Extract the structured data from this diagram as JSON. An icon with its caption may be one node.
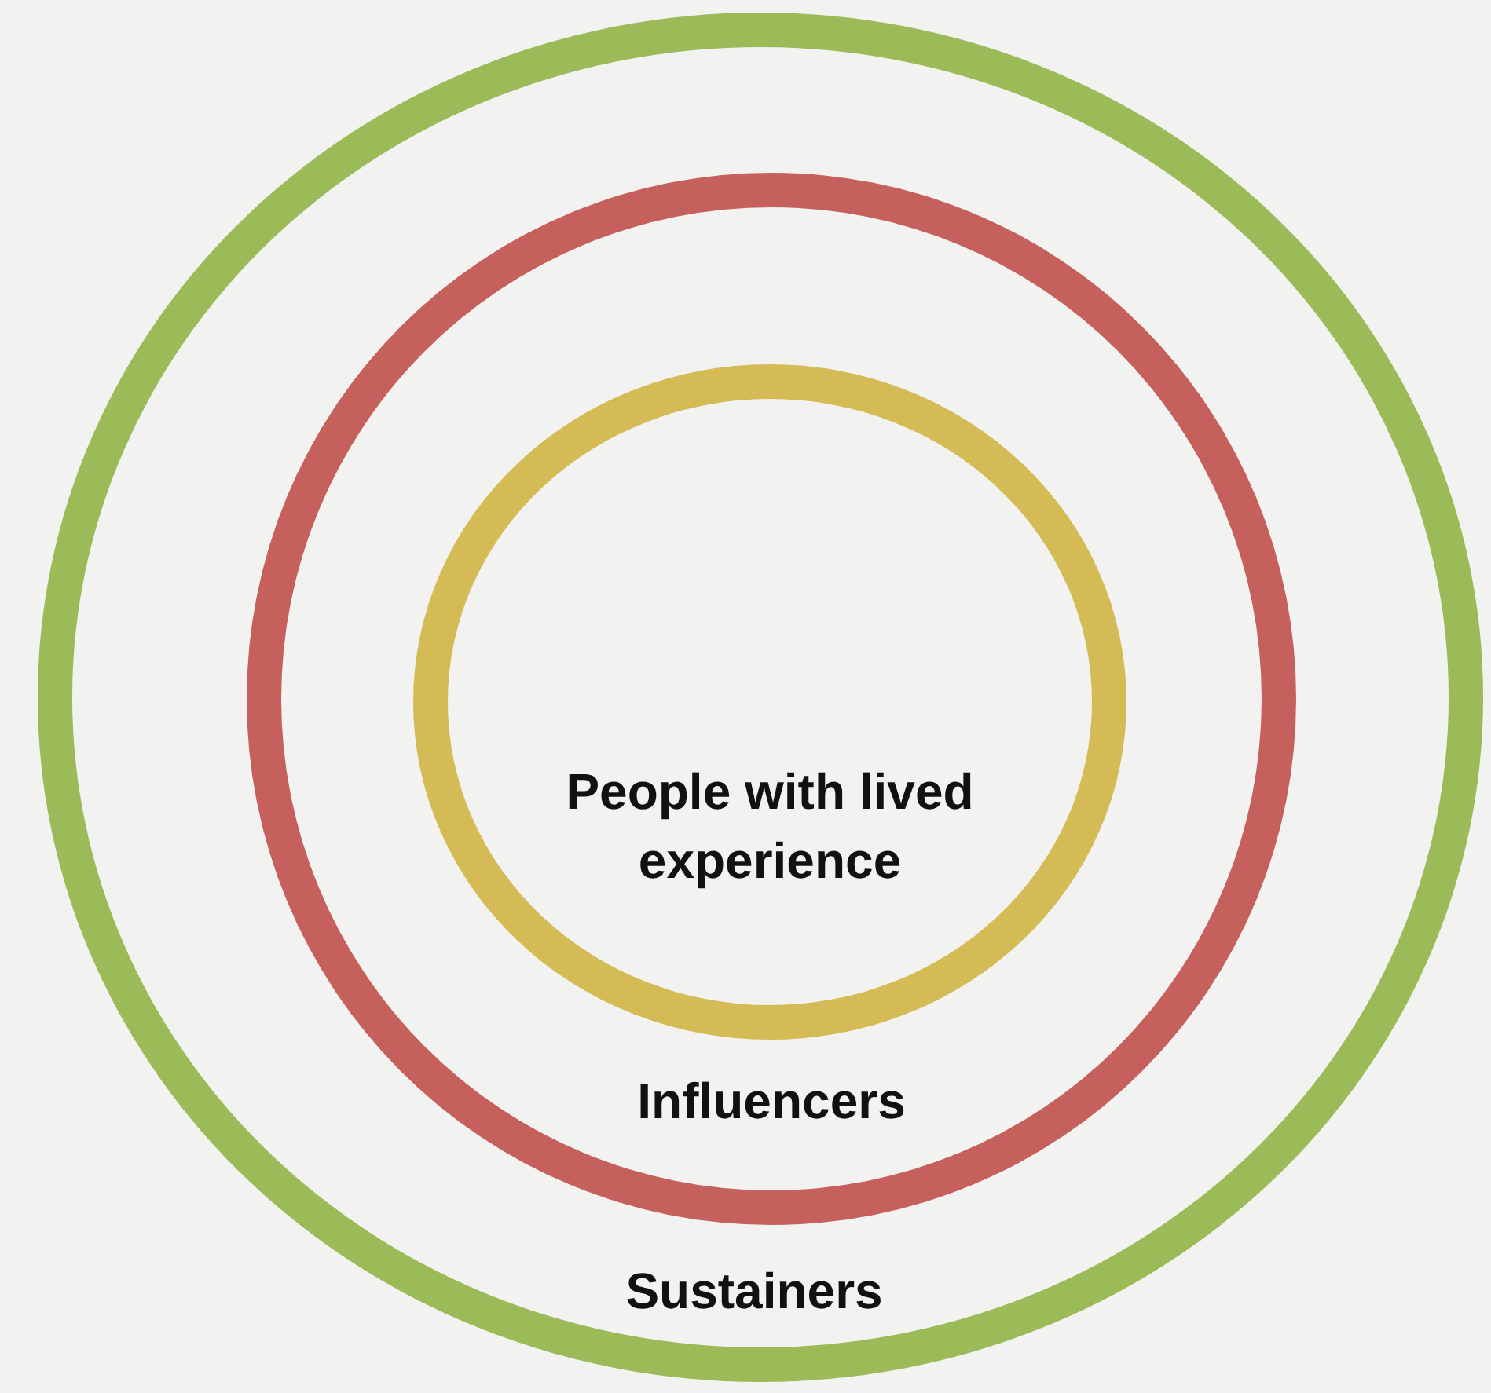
{
  "diagram": {
    "nodes": [
      {
        "text": [
          "Sustainers"
        ]
      },
      {
        "text": [
          "Influencers"
        ],
        "in": 0
      },
      {
        "text": [
          "People with lived experience"
        ],
        "in": 1
      }
    ]
  }
}
